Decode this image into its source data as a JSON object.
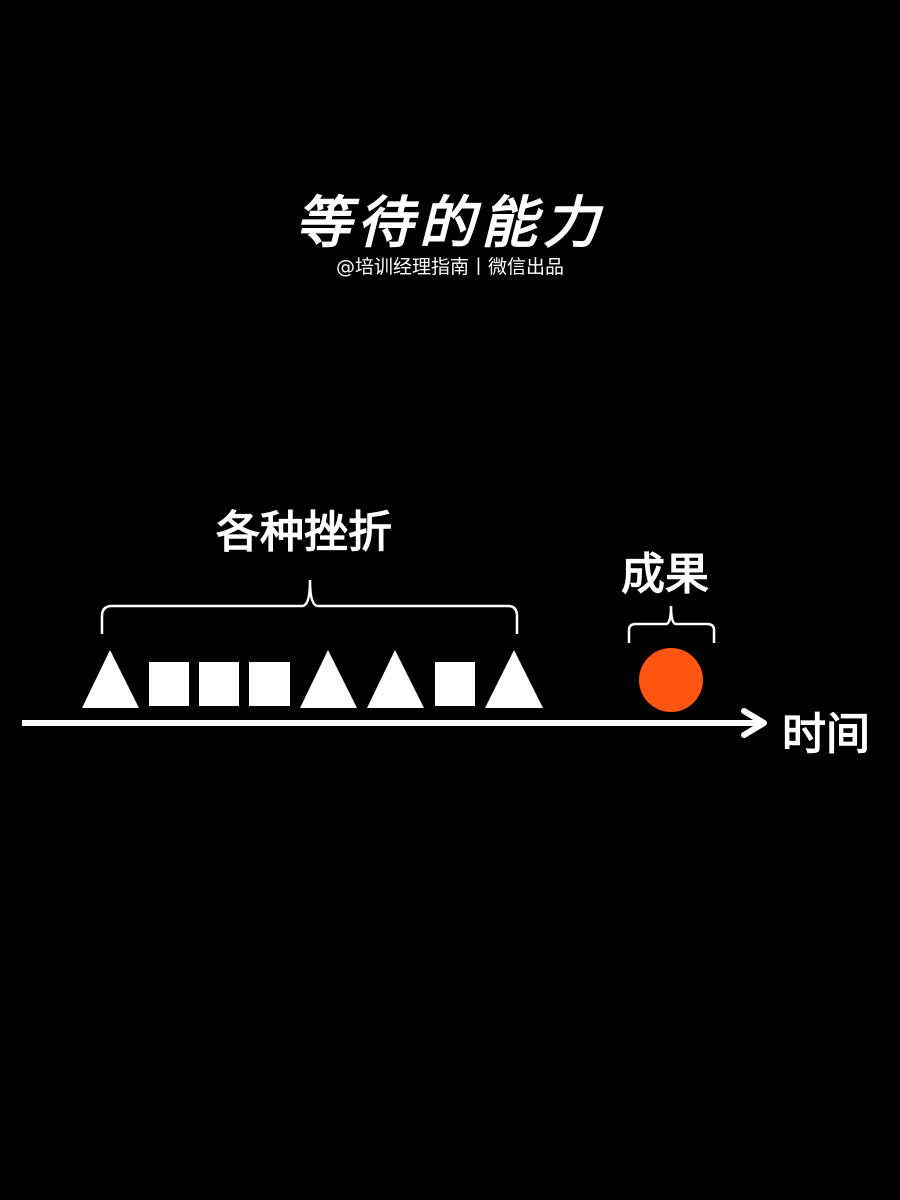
{
  "header": {
    "title": "等待的能力",
    "subtitle": "@培训经理指南丨微信出品"
  },
  "diagram": {
    "setbacks_label": "各种挫折",
    "result_label": "成果",
    "axis_label": "时间",
    "shapes": [
      "triangle",
      "square",
      "square",
      "square",
      "triangle",
      "triangle",
      "square",
      "triangle"
    ],
    "colors": {
      "background": "#000000",
      "foreground": "#FFFFFF",
      "result_circle": "#FF5511"
    }
  }
}
